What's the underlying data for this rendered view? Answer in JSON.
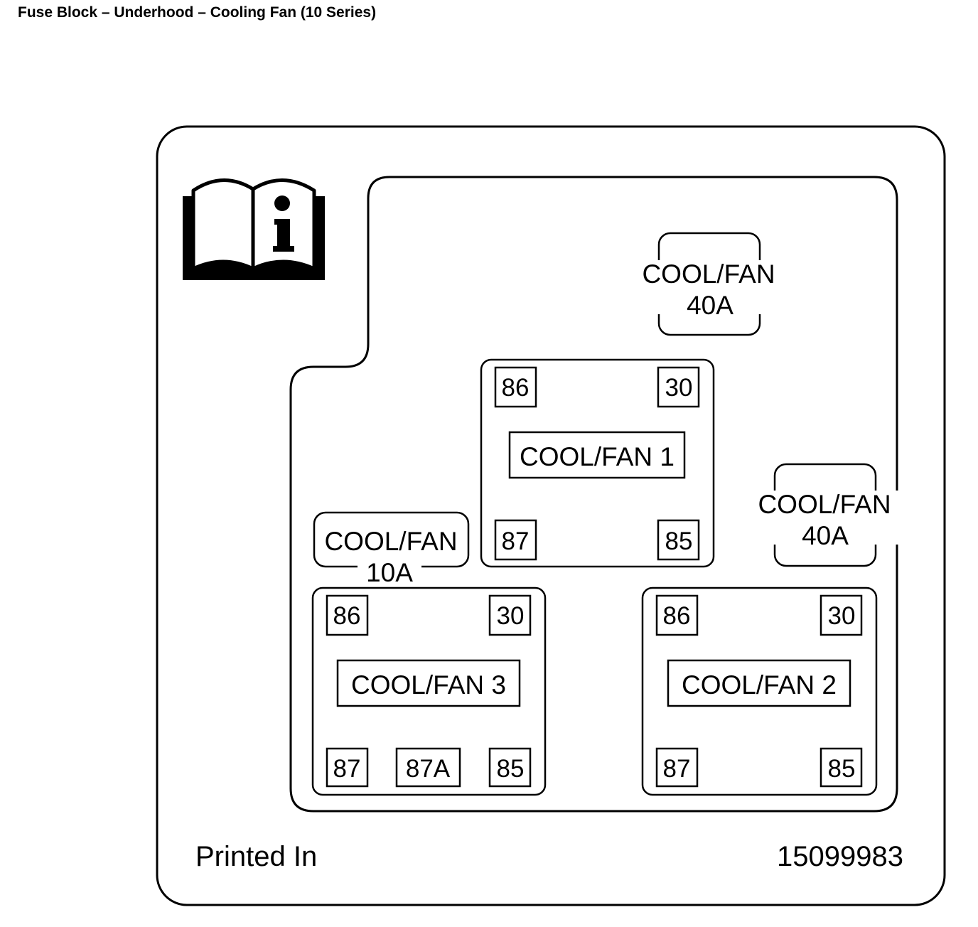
{
  "title": "Fuse Block – Underhood – Cooling Fan (10 Series)",
  "colors": {
    "line": "#000000",
    "background": "#ffffff"
  },
  "icon": "book-info-icon",
  "fuses": [
    {
      "id": "fuse-a",
      "name": "COOL/FAN",
      "rating": "40A"
    },
    {
      "id": "fuse-b",
      "name": "COOL/FAN",
      "rating": "40A"
    },
    {
      "id": "fuse-c",
      "name": "COOL/FAN",
      "rating": "10A"
    }
  ],
  "relays": [
    {
      "id": "relay-1",
      "label": "COOL/FAN 1",
      "terminals": [
        "86",
        "30",
        "87",
        "85"
      ]
    },
    {
      "id": "relay-2",
      "label": "COOL/FAN 2",
      "terminals": [
        "86",
        "30",
        "87",
        "85"
      ]
    },
    {
      "id": "relay-3",
      "label": "COOL/FAN 3",
      "terminals": [
        "86",
        "30",
        "87",
        "87A",
        "85"
      ]
    }
  ],
  "footer": {
    "left": "Printed In",
    "right": "15099983"
  }
}
